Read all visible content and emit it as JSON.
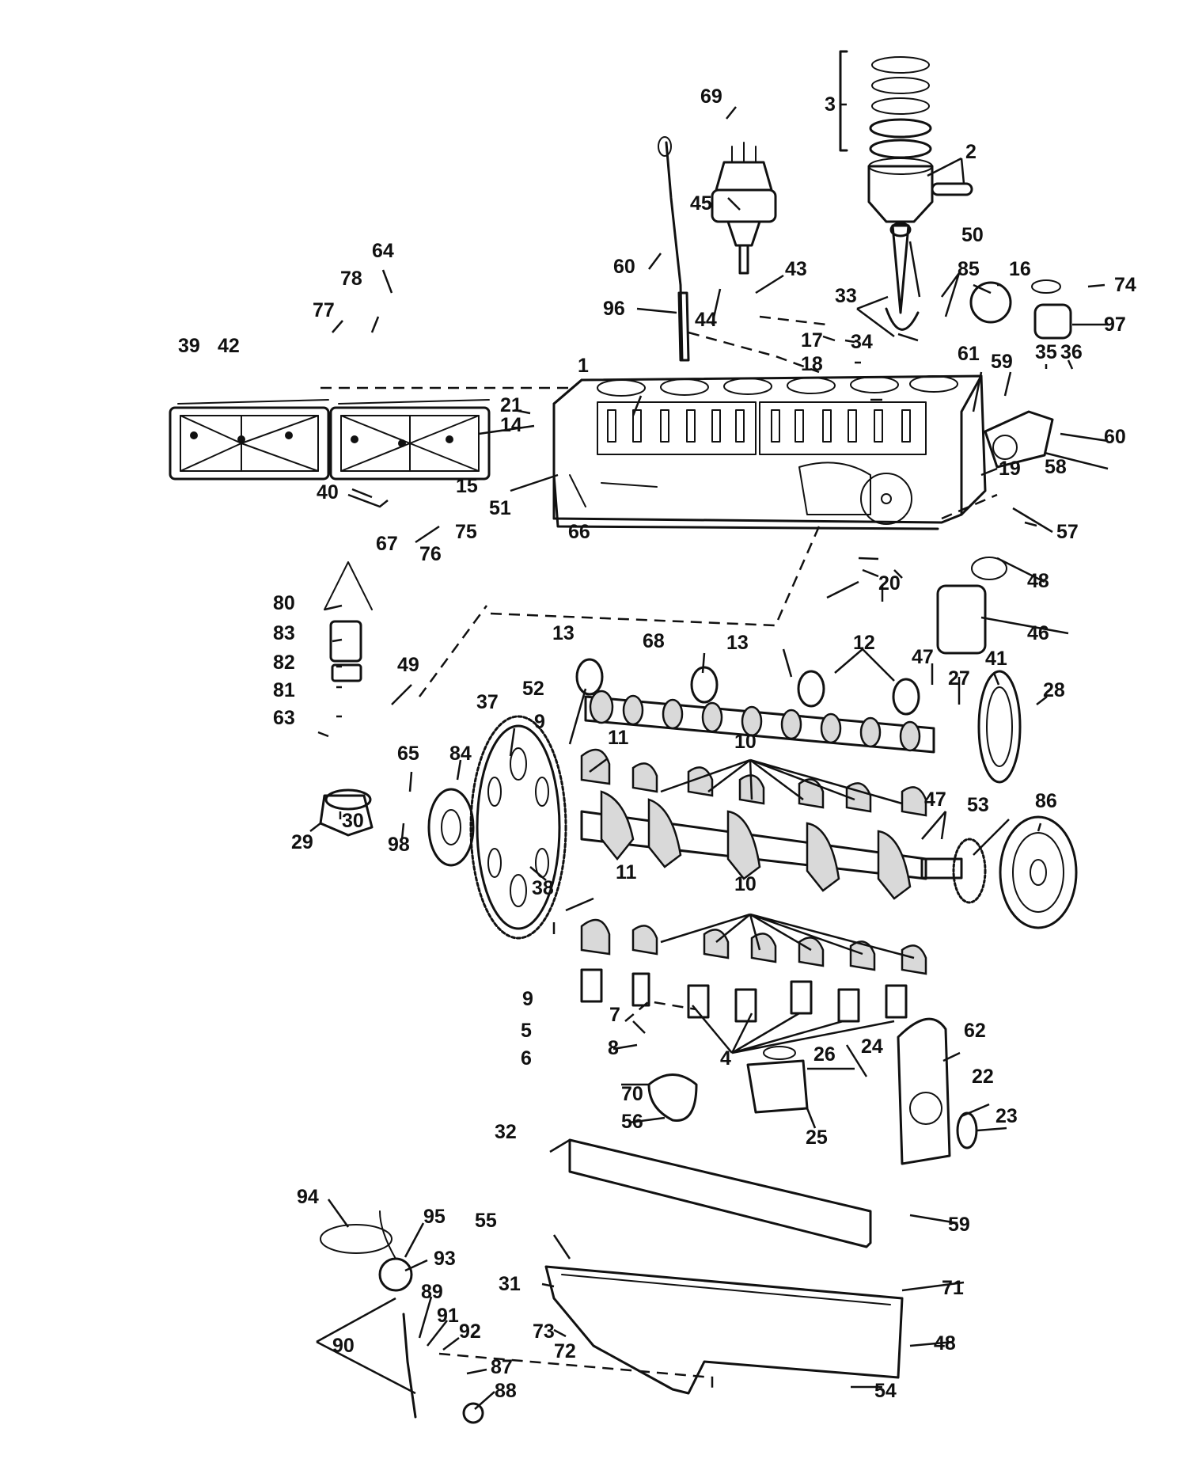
{
  "callouts": {
    "c1": "1",
    "c2": "2",
    "c3": "3",
    "c4": "4",
    "c5": "5",
    "c6": "6",
    "c7": "7",
    "c8": "8",
    "c9a": "9",
    "c9b": "9",
    "c10a": "10",
    "c10b": "10",
    "c11a": "11",
    "c11b": "11",
    "c12": "12",
    "c13a": "13",
    "c13b": "13",
    "c14": "14",
    "c15": "15",
    "c16": "16",
    "c17": "17",
    "c18": "18",
    "c19": "19",
    "c20": "20",
    "c21": "21",
    "c22": "22",
    "c23": "23",
    "c24": "24",
    "c25": "25",
    "c26": "26",
    "c27": "27",
    "c28": "28",
    "c29": "29",
    "c30": "30",
    "c31": "31",
    "c32": "32",
    "c33": "33",
    "c34": "34",
    "c35": "35",
    "c36": "36",
    "c37": "37",
    "c38": "38",
    "c39": "39",
    "c40": "40",
    "c41": "41",
    "c42": "42",
    "c43": "43",
    "c44": "44",
    "c45": "45",
    "c46": "46",
    "c47a": "47",
    "c47b": "47",
    "c48a": "48",
    "c48b": "48",
    "c49": "49",
    "c50": "50",
    "c51": "51",
    "c52": "52",
    "c53": "53",
    "c54": "54",
    "c55": "55",
    "c56": "56",
    "c57": "57",
    "c58": "58",
    "c59a": "59",
    "c59b": "59",
    "c60a": "60",
    "c60b": "60",
    "c61": "61",
    "c62": "62",
    "c63": "63",
    "c64": "64",
    "c65": "65",
    "c66": "66",
    "c67": "67",
    "c68": "68",
    "c69": "69",
    "c70": "70",
    "c71": "71",
    "c72": "72",
    "c73": "73",
    "c74": "74",
    "c75": "75",
    "c76": "76",
    "c77": "77",
    "c78": "78",
    "c80": "80",
    "c81": "81",
    "c82": "82",
    "c83": "83",
    "c84": "84",
    "c85": "85",
    "c86": "86",
    "c87": "87",
    "c88": "88",
    "c89": "89",
    "c90": "90",
    "c91": "91",
    "c92": "92",
    "c93": "93",
    "c94": "94",
    "c95": "95",
    "c96": "96",
    "c97": "97",
    "c98": "98"
  }
}
